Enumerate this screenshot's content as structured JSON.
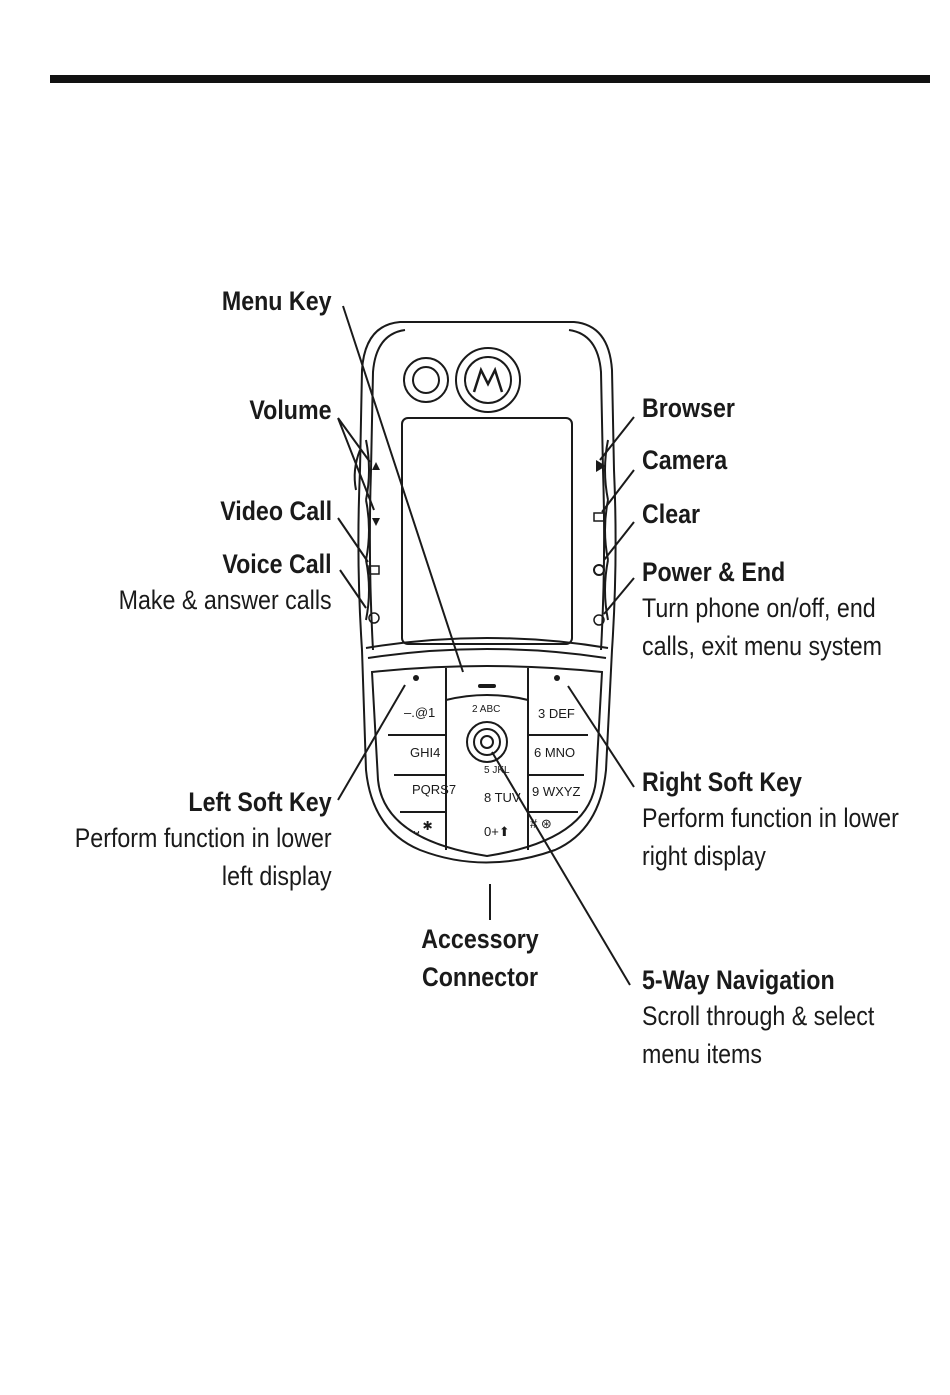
{
  "labels": {
    "menu_key": {
      "title": "Menu Key"
    },
    "volume": {
      "title": "Volume"
    },
    "video_call": {
      "title": "Video Call"
    },
    "voice_call": {
      "title": "Voice Call",
      "desc": "Make & answer calls"
    },
    "left_soft_key": {
      "title": "Left Soft Key",
      "desc1": "Perform function in lower",
      "desc2": "left display"
    },
    "accessory_connector": {
      "title1": "Accessory",
      "title2": "Connector"
    },
    "browser": {
      "title": "Browser"
    },
    "camera": {
      "title": "Camera"
    },
    "clear": {
      "title": "Clear"
    },
    "power_end": {
      "title": "Power & End",
      "desc1": "Turn phone on/off, end",
      "desc2": "calls, exit menu system"
    },
    "right_soft_key": {
      "title": "Right Soft Key",
      "desc1": "Perform function in lower",
      "desc2": "right display"
    },
    "nav_5way": {
      "title": "5-Way Navigation",
      "desc1": "Scroll through & select",
      "desc2": "menu items"
    }
  },
  "keypad": {
    "k1": "–.@1",
    "k2": "2 ABC",
    "k3": "3 DEF",
    "k4": "GHI4",
    "k5": "5 JKL",
    "k6": "6 MNO",
    "k7": "PQRS7",
    "k8": "8 TUV",
    "k9": "9 WXYZ",
    "kstar": "⎵ ✱",
    "k0": "0+⬆",
    "khash": "# ⊛"
  },
  "icons": [
    "motorola-logo-icon",
    "camera-lens-icon",
    "volume-up-icon",
    "volume-down-icon",
    "video-call-icon",
    "voice-call-icon",
    "browser-icon",
    "camera-icon",
    "clear-icon",
    "power-end-icon"
  ]
}
